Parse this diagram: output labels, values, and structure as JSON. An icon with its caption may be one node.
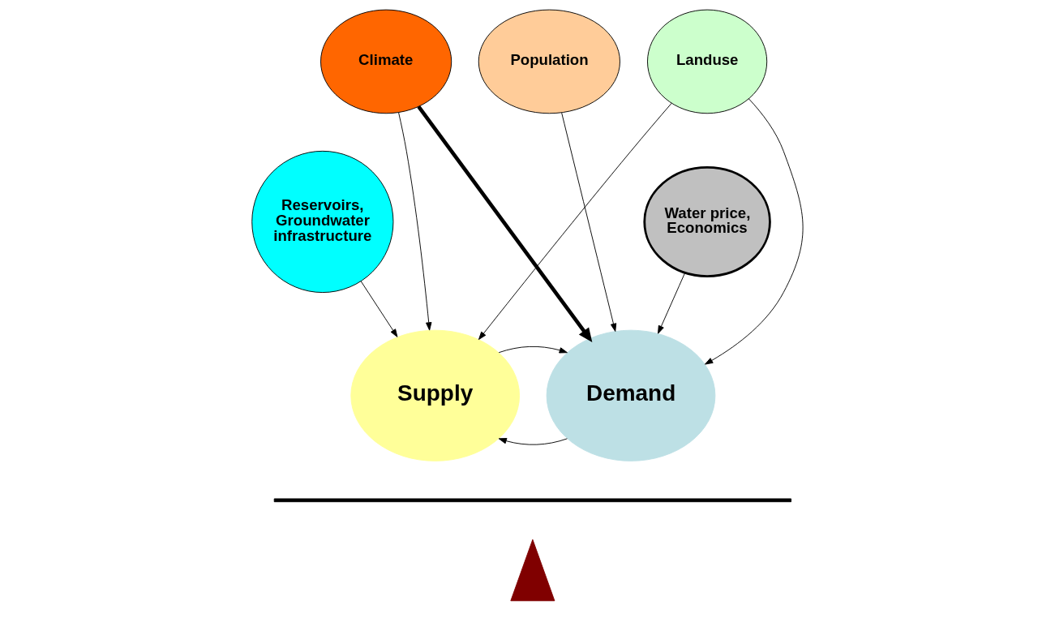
{
  "diagram": {
    "nodes": [
      {
        "text": [
          "Climate"
        ]
      },
      {
        "text": [
          "Population"
        ]
      },
      {
        "text": [
          "Landuse"
        ]
      },
      {
        "text": [
          "Reservoirs, Groundwater infrastructure"
        ]
      },
      {
        "text": [
          "Water price, Economics"
        ]
      },
      {
        "text": [
          "Supply"
        ]
      },
      {
        "text": [
          "Demand"
        ]
      },
      {
        "text": [],
        "shape": "bar"
      },
      {
        "text": [],
        "shape": "triangle"
      }
    ],
    "edges": [
      {
        "from": 0,
        "to": 5,
        "arrow": "to"
      },
      {
        "from": 0,
        "to": 6,
        "arrow": "to",
        "style": "thick"
      },
      {
        "from": 2,
        "to": 5,
        "arrow": "to"
      },
      {
        "from": 1,
        "to": 6,
        "arrow": "to"
      },
      {
        "from": 2,
        "to": 6,
        "arrow": "to"
      },
      {
        "from": 3,
        "to": 5,
        "arrow": "to"
      },
      {
        "from": 4,
        "to": 6,
        "arrow": "to"
      },
      {
        "from": 6,
        "to": 5,
        "arrow": "to"
      },
      {
        "from": 5,
        "to": 6,
        "arrow": "to"
      }
    ]
  }
}
